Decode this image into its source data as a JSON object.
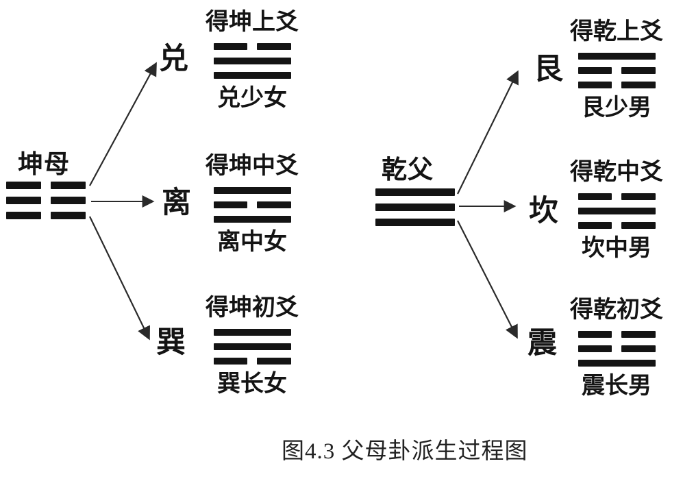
{
  "figure": {
    "caption": "图4.3 父母卦派生过程图"
  },
  "left": {
    "parent": {
      "label": "坤母",
      "trigram": [
        "broken",
        "broken",
        "broken"
      ]
    },
    "children": [
      {
        "char": "兑",
        "title": "得坤上爻",
        "trigram": [
          "broken",
          "solid",
          "solid"
        ],
        "caption": "兑少女"
      },
      {
        "char": "离",
        "title": "得坤中爻",
        "trigram": [
          "solid",
          "broken",
          "solid"
        ],
        "caption": "离中女"
      },
      {
        "char": "巽",
        "title": "得坤初爻",
        "trigram": [
          "solid",
          "solid",
          "broken"
        ],
        "caption": "巽长女"
      }
    ]
  },
  "right": {
    "parent": {
      "label": "乾父",
      "trigram": [
        "solid",
        "solid",
        "solid"
      ]
    },
    "children": [
      {
        "char": "艮",
        "title": "得乾上爻",
        "trigram": [
          "solid",
          "broken",
          "broken"
        ],
        "caption": "艮少男"
      },
      {
        "char": "坎",
        "title": "得乾中爻",
        "trigram": [
          "broken",
          "solid",
          "broken"
        ],
        "caption": "坎中男"
      },
      {
        "char": "震",
        "title": "得乾初爻",
        "trigram": [
          "broken",
          "broken",
          "solid"
        ],
        "caption": "震长男"
      }
    ]
  },
  "edges": [
    {
      "from": "坤母",
      "to": "兑"
    },
    {
      "from": "坤母",
      "to": "离"
    },
    {
      "from": "坤母",
      "to": "巽"
    },
    {
      "from": "乾父",
      "to": "艮"
    },
    {
      "from": "乾父",
      "to": "坎"
    },
    {
      "from": "乾父",
      "to": "震"
    }
  ],
  "colors": {
    "ink": "#141414",
    "arrow": "#2a2a2a",
    "background": "#ffffff"
  }
}
